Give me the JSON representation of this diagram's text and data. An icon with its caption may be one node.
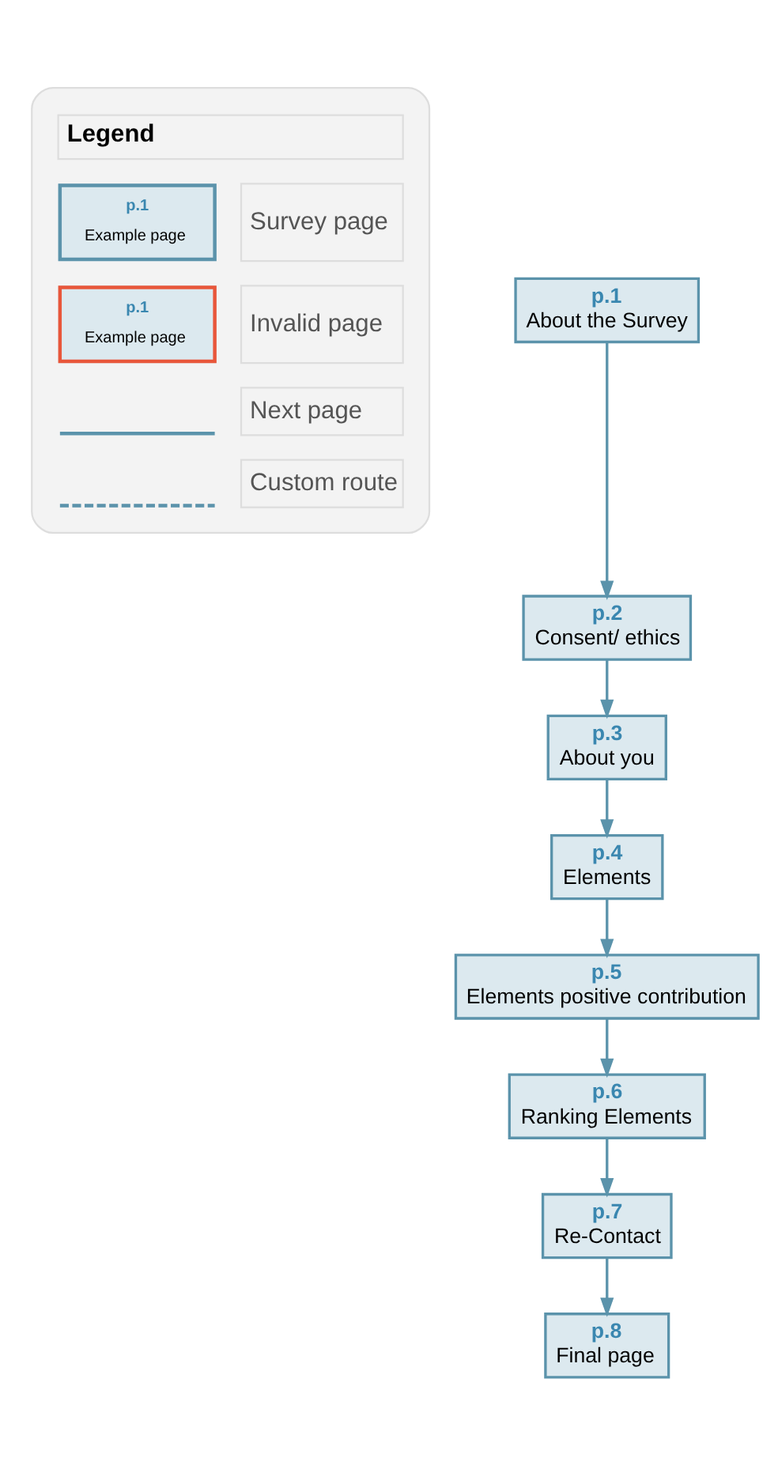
{
  "diagram": {
    "nodes": [
      {
        "text": [
          "p.1",
          "About the Survey"
        ]
      },
      {
        "text": [
          "p.2",
          "Consent/ ethics"
        ]
      },
      {
        "text": [
          "p.3",
          "About you"
        ]
      },
      {
        "text": [
          "p.4",
          "Elements"
        ]
      },
      {
        "text": [
          "p.5",
          "Elements positive contribution"
        ]
      },
      {
        "text": [
          "p.6",
          "Ranking Elements"
        ]
      },
      {
        "text": [
          "p.7",
          "Re-Contact"
        ]
      },
      {
        "text": [
          "p.8",
          "Final page"
        ]
      }
    ],
    "edges": [
      {
        "from": 0,
        "to": 1,
        "arrow": "to"
      },
      {
        "from": 1,
        "to": 2,
        "arrow": "to"
      },
      {
        "from": 2,
        "to": 3,
        "arrow": "to"
      },
      {
        "from": 3,
        "to": 4,
        "arrow": "to"
      },
      {
        "from": 4,
        "to": 5,
        "arrow": "to"
      },
      {
        "from": 5,
        "to": 6,
        "arrow": "to"
      },
      {
        "from": 6,
        "to": 7,
        "arrow": "to"
      }
    ],
    "labels": [
      "Legend",
      "p.1",
      "Example page",
      "p.1",
      "Example page"
    ],
    "legend": [
      {
        "text": "Survey page"
      },
      {
        "text": "Invalid page"
      },
      {
        "text": "Next page"
      },
      {
        "text": "Custom route"
      }
    ]
  }
}
